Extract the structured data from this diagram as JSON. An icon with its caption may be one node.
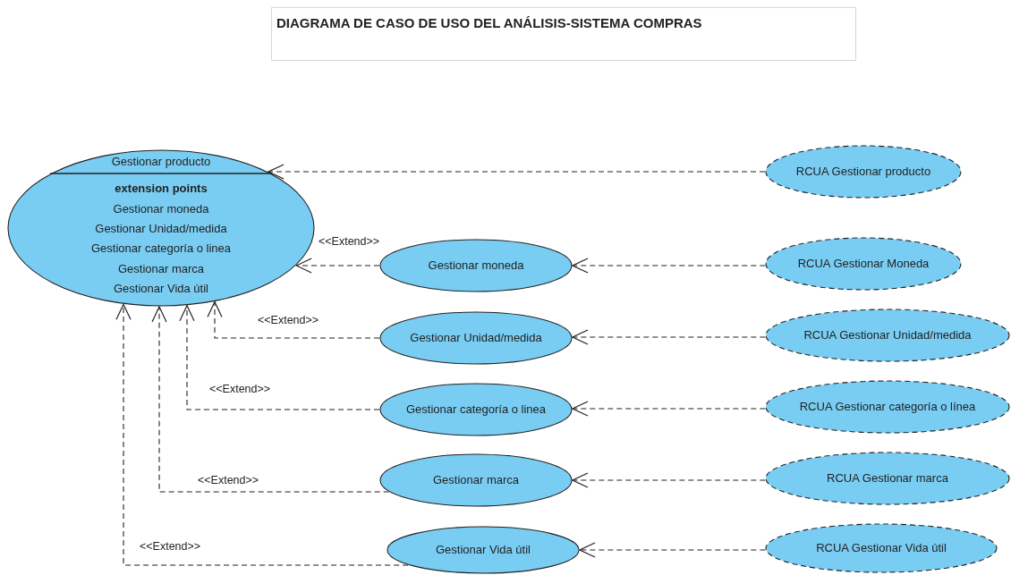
{
  "diagram": {
    "title": "DIAGRAMA DE CASO DE USO DEL ANÁLISIS-SISTEMA COMPRAS",
    "nodes": [
      {
        "text": [
          "Gestionar producto",
          "extension points",
          "Gestionar moneda",
          "Gestionar Unidad/medida",
          "Gestionar categoría o linea",
          "Gestionar marca",
          "Gestionar Vida útil"
        ]
      },
      {
        "text": [
          "RCUA Gestionar producto"
        ]
      },
      {
        "text": [
          "Gestionar moneda"
        ]
      },
      {
        "text": [
          "RCUA Gestionar Moneda"
        ]
      },
      {
        "text": [
          "Gestionar Unidad/medida"
        ]
      },
      {
        "text": [
          "RCUA Gestionar Unidad/medida"
        ]
      },
      {
        "text": [
          "Gestionar categoría o linea"
        ]
      },
      {
        "text": [
          "RCUA Gestionar categoría o línea"
        ]
      },
      {
        "text": [
          "Gestionar marca"
        ]
      },
      {
        "text": [
          "RCUA Gestionar marca"
        ]
      },
      {
        "text": [
          "Gestionar Vida útil"
        ]
      },
      {
        "text": [
          "RCUA Gestionar Vida útil"
        ]
      }
    ],
    "edges": [
      {
        "from": 1,
        "to": 0,
        "arrow": "to",
        "style": "dashed"
      },
      {
        "from": 2,
        "to": 0,
        "arrow": "to",
        "style": "dashed",
        "label": "<<Extend>>"
      },
      {
        "from": 3,
        "to": 2,
        "arrow": "to",
        "style": "dashed"
      },
      {
        "from": 4,
        "to": 0,
        "arrow": "to",
        "style": "dashed",
        "label": "<<Extend>>"
      },
      {
        "from": 5,
        "to": 4,
        "arrow": "to",
        "style": "dashed"
      },
      {
        "from": 6,
        "to": 0,
        "arrow": "to",
        "style": "dashed",
        "label": "<<Extend>>"
      },
      {
        "from": 7,
        "to": 6,
        "arrow": "to",
        "style": "dashed"
      },
      {
        "from": 8,
        "to": 0,
        "arrow": "to",
        "style": "dashed",
        "label": "<<Extend>>"
      },
      {
        "from": 9,
        "to": 8,
        "arrow": "to",
        "style": "dashed"
      },
      {
        "from": 10,
        "to": 0,
        "arrow": "to",
        "style": "dashed",
        "label": "<<Extend>>"
      },
      {
        "from": 11,
        "to": 10,
        "arrow": "to",
        "style": "dashed"
      }
    ]
  }
}
